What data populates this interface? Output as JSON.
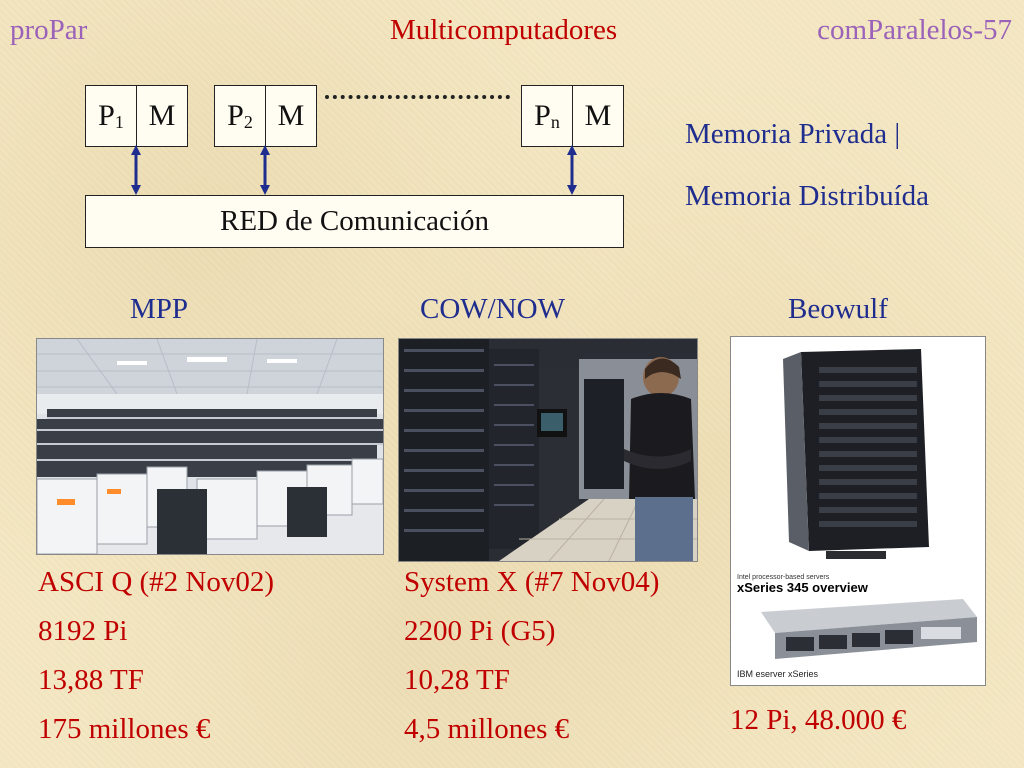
{
  "header": {
    "left": "proPar",
    "center": "Multicomputadores",
    "right": "comParalelos-57"
  },
  "diagram": {
    "nodes": [
      {
        "proc": "P",
        "sub": "1",
        "mem": "M"
      },
      {
        "proc": "P",
        "sub": "2",
        "mem": "M"
      },
      {
        "proc": "P",
        "sub": "n",
        "mem": "M"
      }
    ],
    "network_label": "RED de Comunicación"
  },
  "side_text": {
    "line1": "Memoria Privada |",
    "line2": "Memoria Distribuída"
  },
  "columns": [
    {
      "title": "MPP",
      "lines": [
        "ASCI Q (#2 Nov02)",
        "8192 Pi",
        "13,88 TF",
        "175 millones €"
      ]
    },
    {
      "title": "COW/NOW",
      "lines": [
        "System X (#7 Nov04)",
        "2200 Pi (G5)",
        "10,28 TF",
        "4,5 millones €"
      ]
    },
    {
      "title": "Beowulf",
      "lines": [
        "12 Pi, 48.000 €"
      ]
    }
  ],
  "beowulf_photo": {
    "caption": "xSeries 345 overview",
    "small_caption": "Intel processor-based servers",
    "logo_text": "IBM eserver xSeries"
  },
  "colors": {
    "header": "#9a62b8",
    "title": "#c00000",
    "blue_text": "#1f2d8f",
    "arrow": "#1f2d8f",
    "spec_text": "#c00000"
  }
}
